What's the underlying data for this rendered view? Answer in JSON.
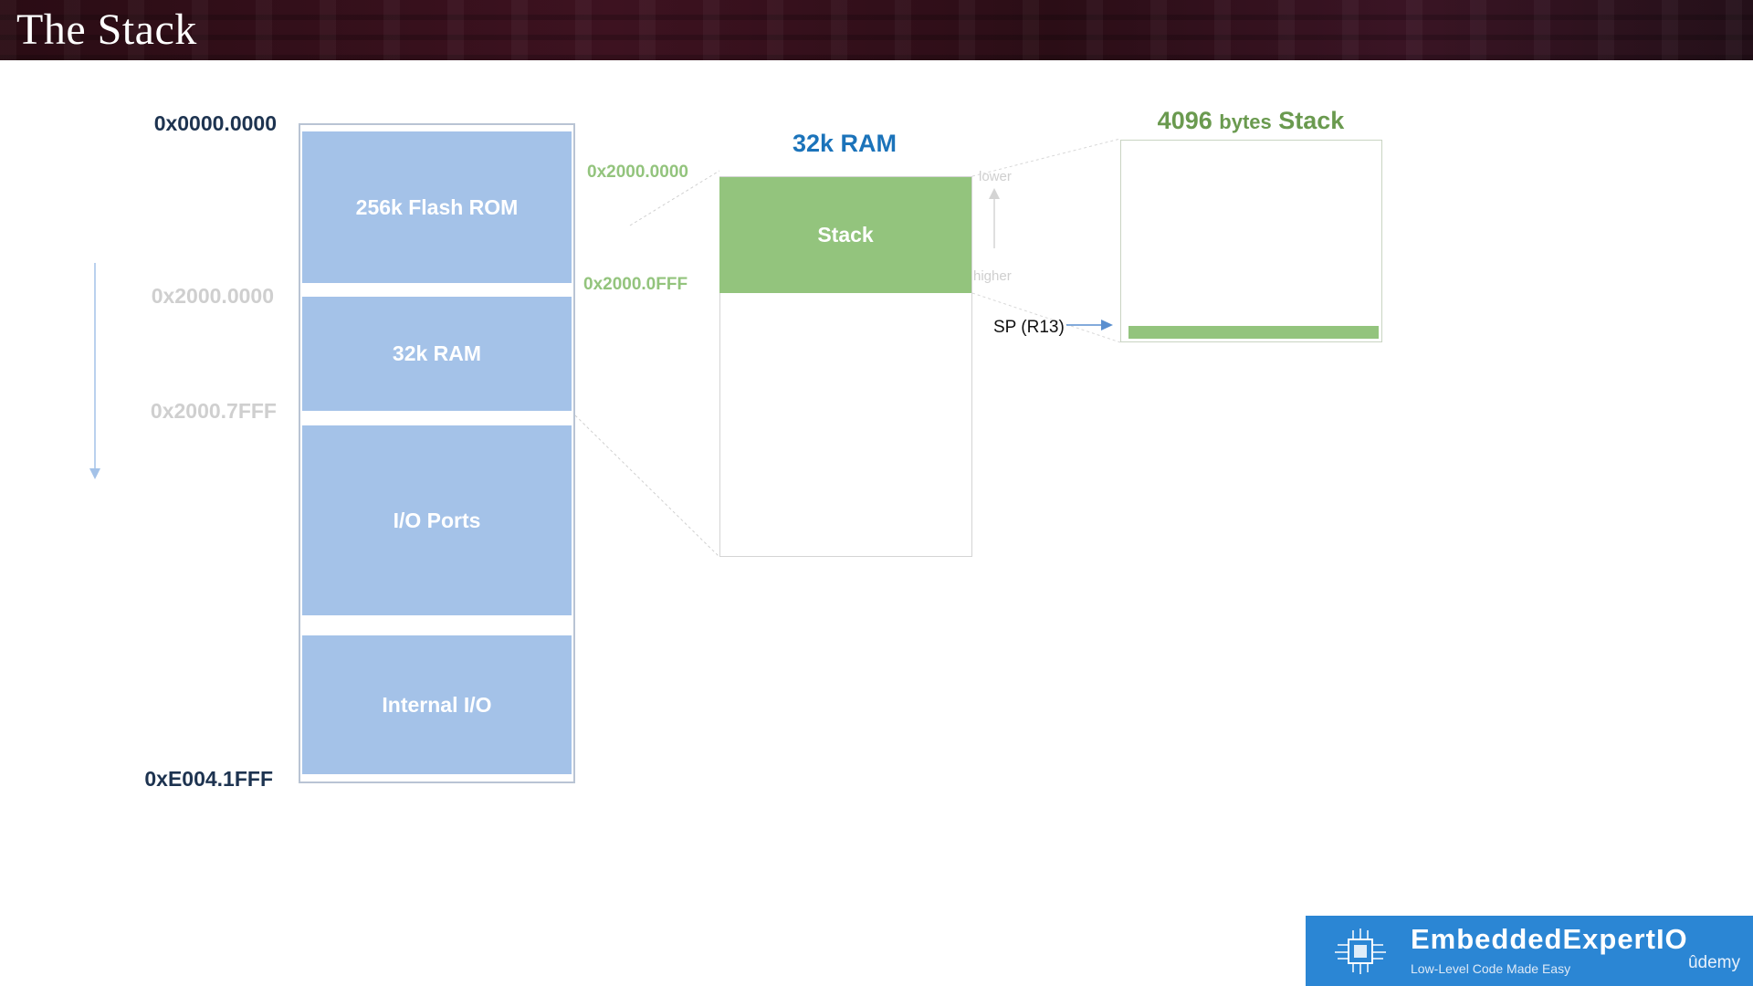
{
  "title": "The Stack",
  "memory_map": {
    "address_top": "0x0000.0000",
    "address_ram_start": "0x2000.0000",
    "address_ram_end": "0x2000.7FFF",
    "address_bottom": "0xE004.1FFF",
    "regions": [
      "256k Flash ROM",
      "32k RAM",
      "I/O Ports",
      "Internal I/O"
    ]
  },
  "ram_detail": {
    "title": "32k RAM",
    "stack_label": "Stack",
    "stack_start": "0x2000.0000",
    "stack_end": "0x2000.0FFF",
    "lower_label": "lower",
    "higher_label": "higher"
  },
  "stack_detail": {
    "title_number": "4096",
    "title_unit": "bytes",
    "title_word": "Stack",
    "pointer_label": "SP (R13)"
  },
  "colors": {
    "region_blue": "#a4c2e8",
    "stack_green": "#93c47d",
    "ram_title_blue": "#1b73ba",
    "address_dark": "#1d3350"
  },
  "branding": {
    "name": "EmbeddedExpertIO",
    "tagline": "Low-Level Code Made Easy",
    "platform": "ûdemy"
  }
}
